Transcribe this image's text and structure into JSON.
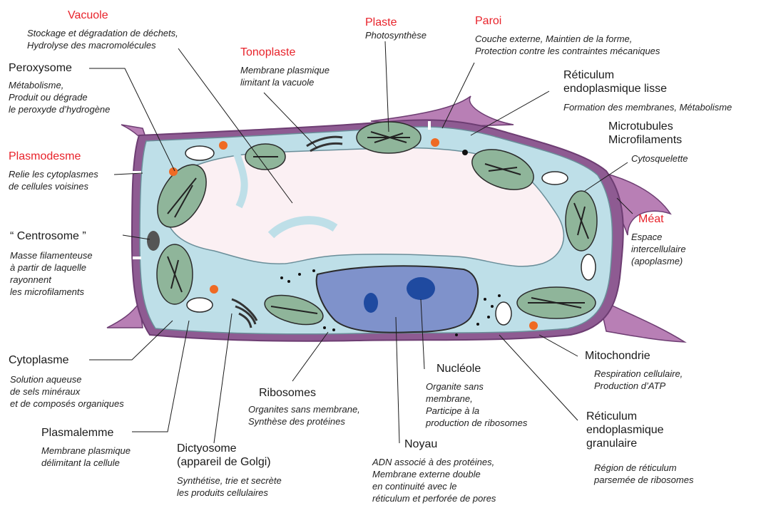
{
  "colors": {
    "wall": "#8e5b92",
    "wall_dark": "#6d3d72",
    "corner": "#b87fb5",
    "cytoplasm": "#bedfe8",
    "vacuole": "#fbf0f3",
    "nucleus": "#7f92cb",
    "nucleolus": "#1f4aa0",
    "chloroplast": "#8fb59a",
    "peroxisome": "#ef6a23",
    "red_label": "#e8232b"
  },
  "labels": {
    "vacuole": {
      "title": "Vacuole",
      "desc": [
        "Stockage et dégradation de déchets,",
        "Hydrolyse des macromolécules"
      ]
    },
    "plaste": {
      "title": "Plaste",
      "desc": [
        "Photosynthèse"
      ]
    },
    "paroi": {
      "title": "Paroi",
      "desc": [
        "Couche externe, Maintien de la forme,",
        "Protection contre les contraintes mécaniques"
      ]
    },
    "peroxysome": {
      "title": "Peroxysome",
      "desc": [
        "Métabolisme,",
        "Produit ou dégrade",
        "le peroxyde d’hydrogène"
      ]
    },
    "tonoplaste": {
      "title": "Tonoplaste",
      "desc": [
        "Membrane plasmique",
        "limitant la vacuole"
      ]
    },
    "rel": {
      "title": [
        "Réticulum",
        "endoplasmique lisse"
      ],
      "desc": [
        "Formation des membranes, Métabolisme"
      ]
    },
    "microtubules": {
      "title": [
        "Microtubules",
        "Microfilaments"
      ],
      "desc": [
        "Cytosquelette"
      ]
    },
    "plasmodesme": {
      "title": "Plasmodesme",
      "desc": [
        "Relie les cytoplasmes",
        "de cellules voisines"
      ]
    },
    "meat": {
      "title": "Méat",
      "desc": [
        "Espace",
        "intercellulaire",
        "(apoplasme)"
      ]
    },
    "centrosome": {
      "title": "“ Centrosome ”",
      "desc": [
        "Masse filamenteuse",
        "à partir de laquelle",
        "rayonnent",
        "les microfilaments"
      ]
    },
    "cytoplasme": {
      "title": "Cytoplasme",
      "desc": [
        "Solution aqueuse",
        "de sels minéraux",
        "et de composés organiques"
      ]
    },
    "mitochondrie": {
      "title": "Mitochondrie",
      "desc": [
        "Respiration cellulaire,",
        "Production d’ATP"
      ]
    },
    "nucleole": {
      "title": "Nucléole",
      "desc": [
        "Organite sans",
        "membrane,",
        "Participe à la",
        "production de ribosomes"
      ]
    },
    "ribosomes": {
      "title": "Ribosomes",
      "desc": [
        "Organites sans membrane,",
        "Synthèse des protéines"
      ]
    },
    "reg": {
      "title": [
        "Réticulum",
        "endoplasmique",
        "granulaire"
      ],
      "desc": [
        "Région de réticulum",
        "parsemée de ribosomes"
      ]
    },
    "plasmalemme": {
      "title": "Plasmalemme",
      "desc": [
        "Membrane plasmique",
        "délimitant la cellule"
      ]
    },
    "dictyosome": {
      "title": [
        "Dictyosome",
        "(appareil de Golgi)"
      ],
      "desc": [
        "Synthétise, trie et secrète",
        "les produits cellulaires"
      ]
    },
    "noyau": {
      "title": "Noyau",
      "desc": [
        "ADN associé à des protéines,",
        "Membrane externe double",
        "en continuité avec le",
        "réticulum et perforée de pores"
      ]
    }
  }
}
